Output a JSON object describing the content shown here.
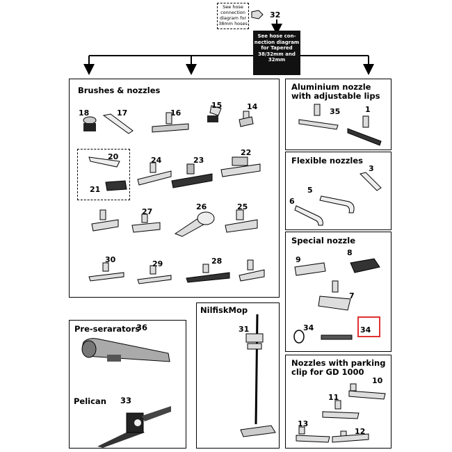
{
  "top": {
    "note_text": "See hose connection diagram for 38mm hoses",
    "box_text": "See hose con-nection diagram for Tapered 38/32mm and 32mm",
    "part_32": "32"
  },
  "panels": {
    "brushes": {
      "title": "Brushes & nozzles",
      "parts": [
        "18",
        "17",
        "16",
        "15",
        "14",
        "20",
        "21",
        "24",
        "23",
        "22",
        "27",
        "26",
        "25",
        "30",
        "29",
        "28"
      ]
    },
    "aluminium": {
      "title": "Aluminium nozzle with adjustable lips",
      "parts": [
        "35",
        "1"
      ]
    },
    "flexible": {
      "title": "Flexible nozzles",
      "parts": [
        "3",
        "5",
        "6"
      ]
    },
    "special": {
      "title": "Special nozzle",
      "parts": [
        "9",
        "8",
        "7",
        "34",
        "34"
      ]
    },
    "preseparators": {
      "title": "Pre-serarators",
      "part": "36",
      "pelican": "Pelican",
      "pelican_part": "33"
    },
    "nilfiskmop": {
      "title": "NilfiskMop",
      "part": "31"
    },
    "parking": {
      "title": "Nozzles with parking clip for GD 1000",
      "parts": [
        "10",
        "11",
        "13",
        "12"
      ]
    }
  },
  "colors": {
    "highlight": "#e03030",
    "dark": "#111111"
  }
}
